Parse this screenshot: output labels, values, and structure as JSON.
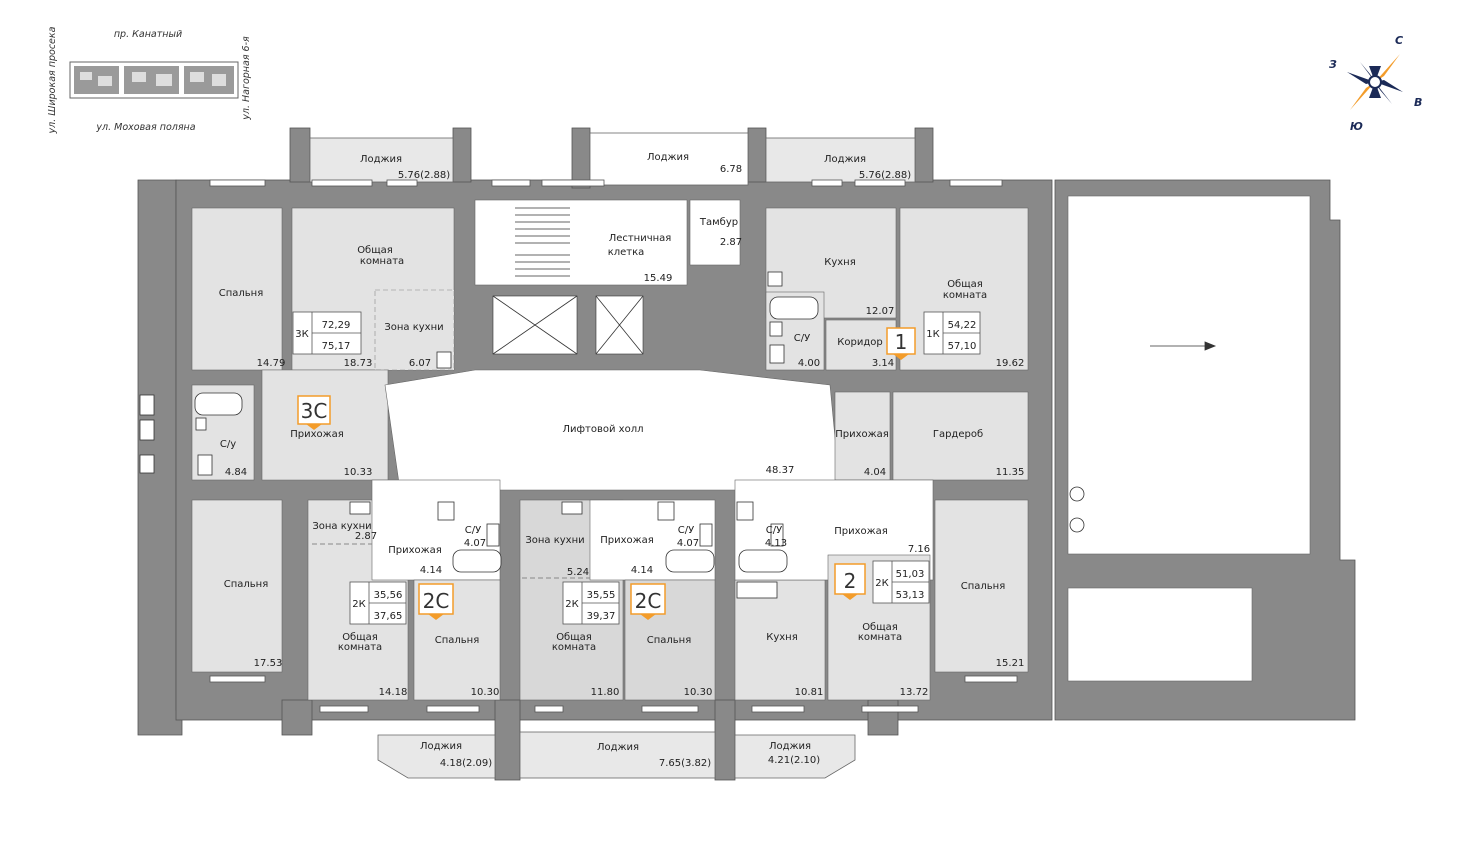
{
  "site_plan": {
    "street_top": "пр. Канатный",
    "street_bottom": "ул. Моховая поляна",
    "street_left": "ул. Широкая просека",
    "street_right": "ул. Нагорная 6-я"
  },
  "compass": {
    "north": "С",
    "west": "З",
    "east": "В",
    "south": "Ю"
  },
  "common": {
    "loggia_top_center": "Лоджия",
    "loggia_top_center_area": "6.78",
    "stair_label_1": "Лестничная",
    "stair_label_2": "клетка",
    "stair_area": "15.49",
    "tambur": "Тамбур",
    "tambur_area": "2.87",
    "lift_hall": "Лифтовой холл",
    "lift_hall_area": "48.37"
  },
  "apt_3c": {
    "badge": "3С",
    "rooms_code": "3К",
    "area_living": "72,29",
    "area_total": "75,17",
    "loggia": "Лоджия",
    "loggia_area": "5.76(2.88)",
    "bedroom1": "Спальня",
    "bedroom1_area": "14.79",
    "common_room_1": "Общая",
    "common_room_2": "комната",
    "common_room_area": "18.73",
    "kitchen_zone": "Зона кухни",
    "kitchen_zone_area": "6.07",
    "bath": "С/у",
    "bath_area": "4.84",
    "hall": "Прихожая",
    "hall_area": "10.33",
    "bedroom2": "Спальня",
    "bedroom2_area": "17.53"
  },
  "apt_1": {
    "badge": "1",
    "rooms_code": "1К",
    "area_living": "54,22",
    "area_total": "57,10",
    "loggia": "Лоджия",
    "loggia_area": "5.76(2.88)",
    "kitchen": "Кухня",
    "kitchen_area": "12.07",
    "common_room_1": "Общая",
    "common_room_2": "комната",
    "common_room_area": "19.62",
    "bath": "С/У",
    "bath_area": "4.00",
    "corridor": "Коридор",
    "corridor_area": "3.14",
    "hall": "Прихожая",
    "hall_area": "4.04",
    "wardrobe": "Гардероб",
    "wardrobe_area": "11.35"
  },
  "apt_2c_left": {
    "badge": "2С",
    "rooms_code": "2К",
    "area_living": "35,56",
    "area_total": "37,65",
    "kitchen_zone": "Зона кухни",
    "kitchen_zone_area": "2.87",
    "bath": "С/У",
    "bath_area": "4.07",
    "hall": "Прихожая",
    "hall_area": "4.14",
    "common_room_1": "Общая",
    "common_room_2": "комната",
    "common_room_area": "14.18",
    "bedroom": "Спальня",
    "bedroom_area": "10.30",
    "loggia": "Лоджия",
    "loggia_area": "4.18(2.09)"
  },
  "apt_2c_mid": {
    "badge": "2С",
    "rooms_code": "2К",
    "area_living": "35,55",
    "area_total": "39,37",
    "kitchen_zone": "Зона кухни",
    "kitchen_zone_area": "5.24",
    "hall": "Прихожая",
    "hall_area": "4.14",
    "bath": "С/У",
    "bath_area": "4.07",
    "common_room_1": "Общая",
    "common_room_2": "комната",
    "common_room_area": "11.80",
    "bedroom": "Спальня",
    "bedroom_area": "10.30",
    "loggia": "Лоджия",
    "loggia_area": "7.65(3.82)"
  },
  "apt_2": {
    "badge": "2",
    "rooms_code": "2К",
    "area_living": "51,03",
    "area_total": "53,13",
    "bath": "С/У",
    "bath_area": "4.13",
    "hall": "Прихожая",
    "hall_area": "7.16",
    "kitchen": "Кухня",
    "kitchen_area": "10.81",
    "common_room_1": "Общая",
    "common_room_2": "комната",
    "common_room_area": "13.72",
    "bedroom": "Спальня",
    "bedroom_area": "15.21",
    "loggia": "Лоджия",
    "loggia_area": "4.21(2.10)"
  },
  "colors": {
    "wall": "#898989",
    "room_fill": "#e3e3e3",
    "badge_accent": "#f39c2a",
    "compass_accent": "#f39c2a",
    "compass_navy": "#1b2a57"
  }
}
